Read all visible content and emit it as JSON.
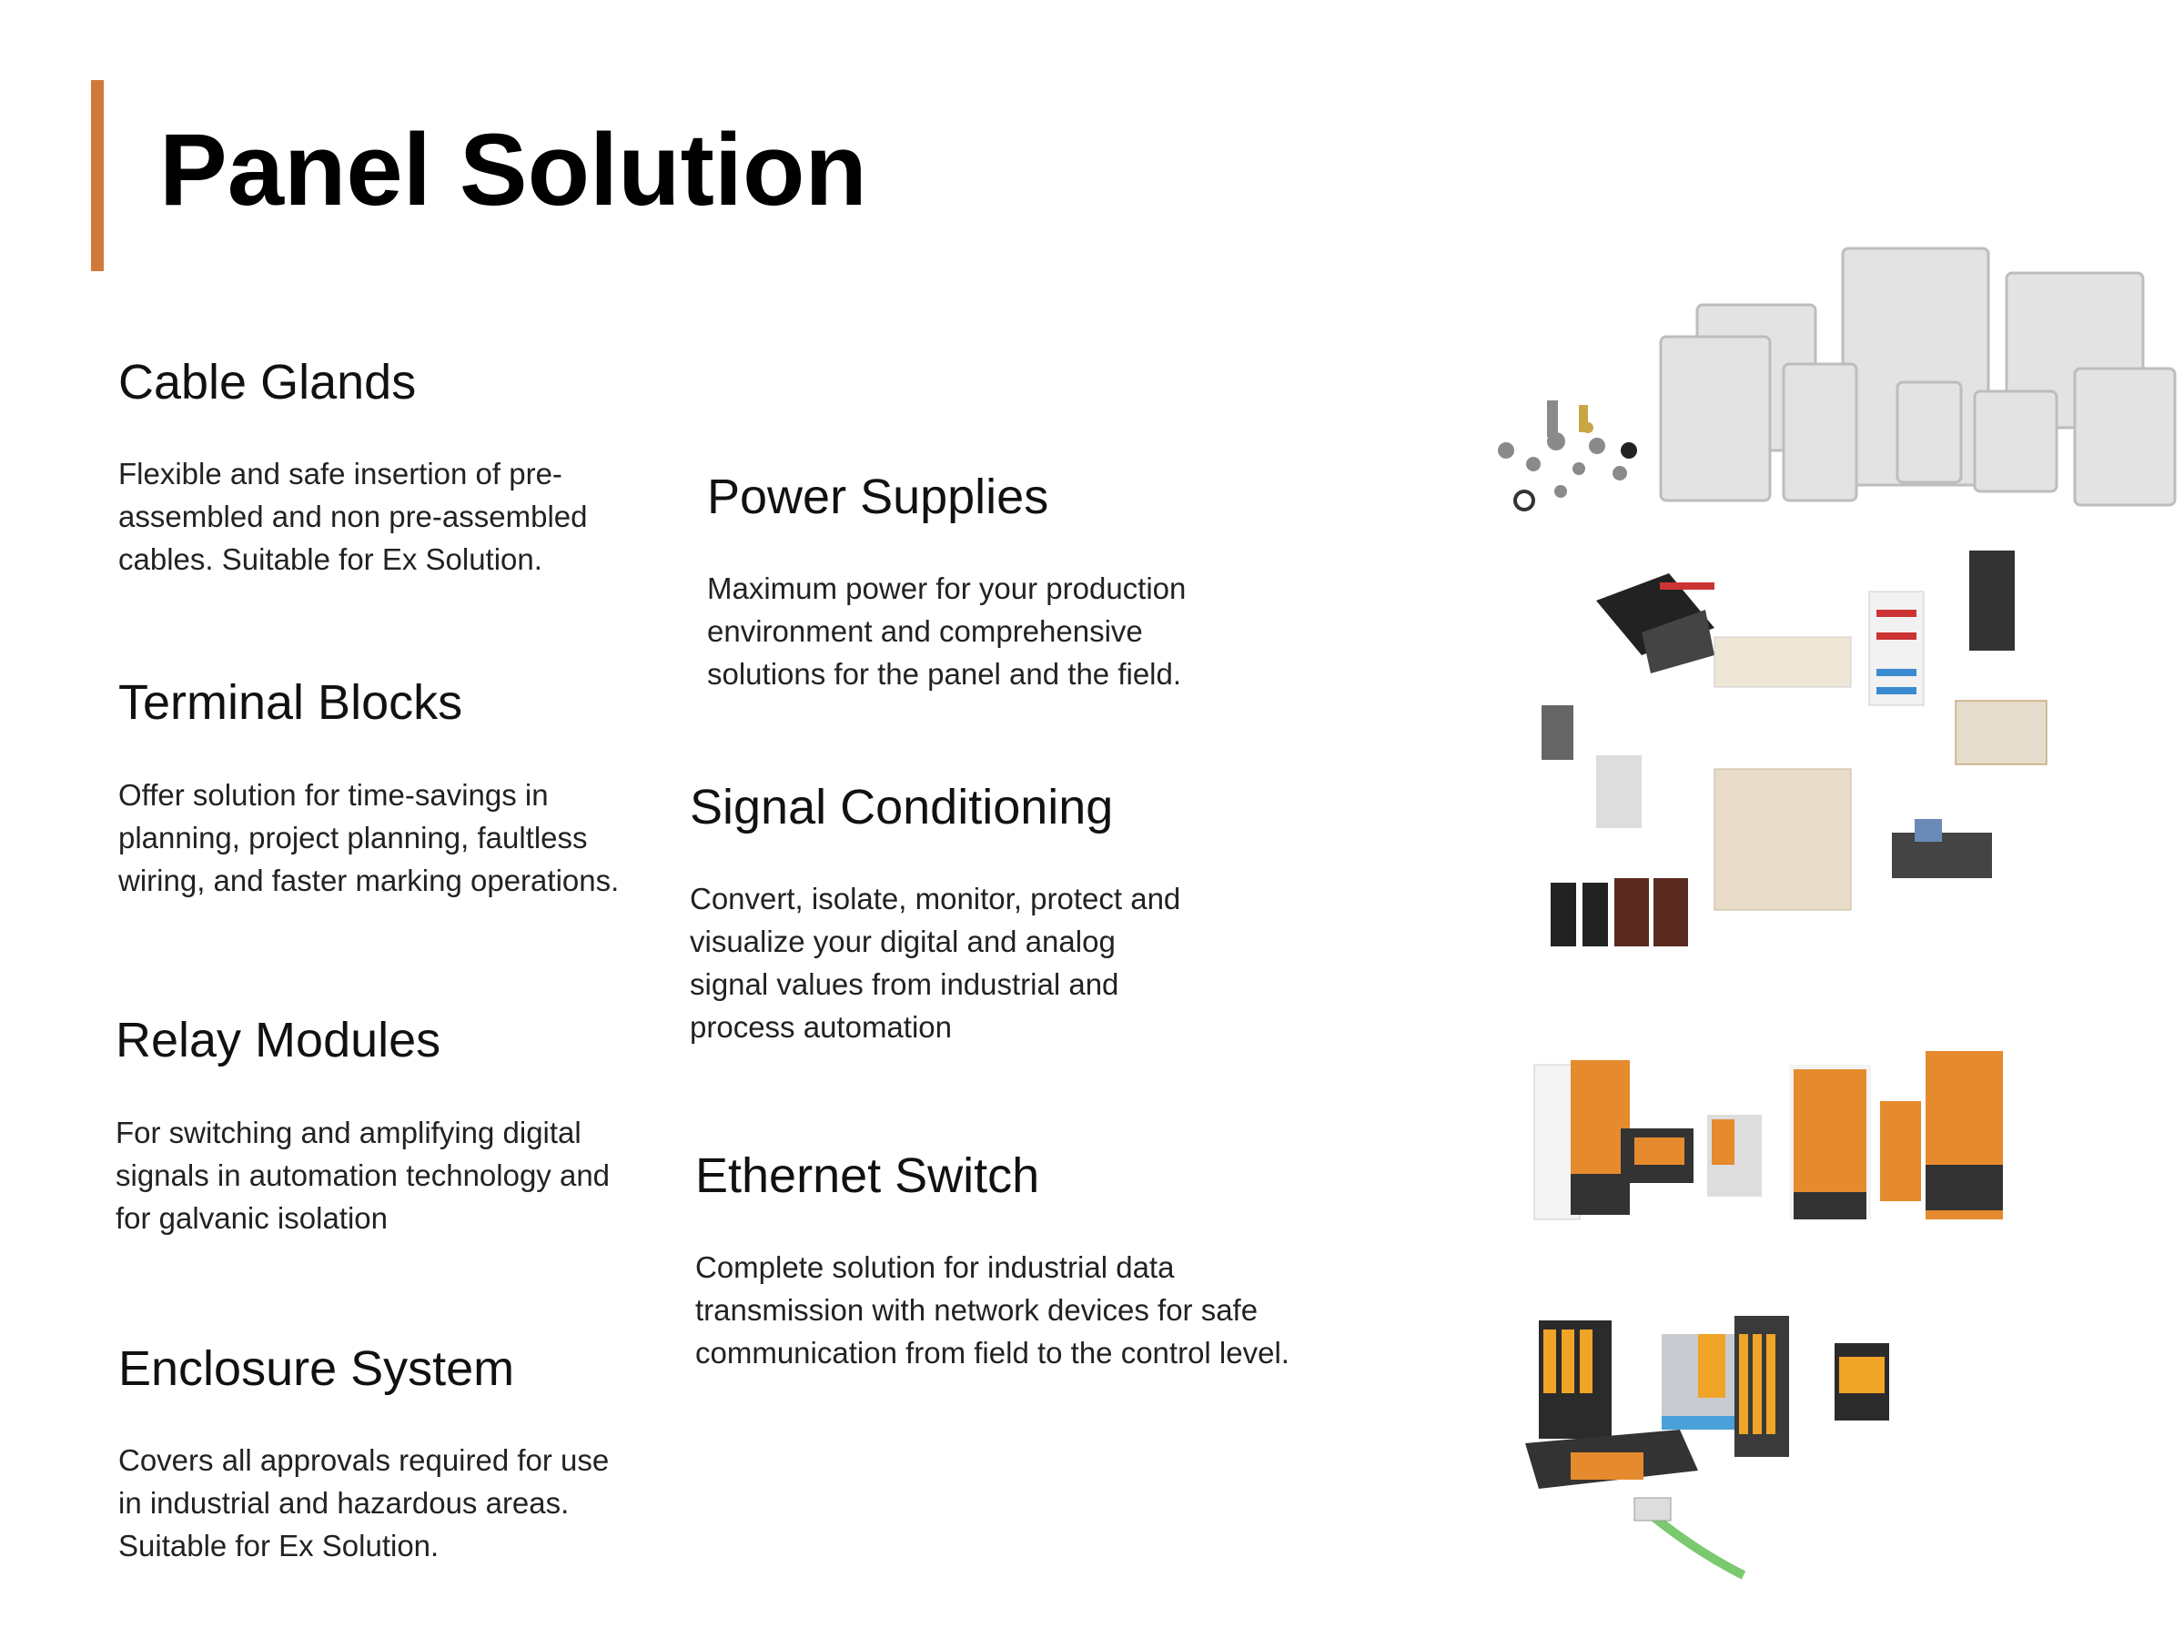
{
  "page": {
    "title": "Panel Solution",
    "accent_color": "#d07a3a"
  },
  "sections": [
    {
      "heading": "Cable Glands",
      "body": "Flexible and safe insertion of pre-\nassembled and non pre-assembled\ncables. Suitable for Ex Solution."
    },
    {
      "heading": "Terminal Blocks",
      "body": "Offer solution for time-savings in\nplanning, project planning, faultless\nwiring, and faster marking operations."
    },
    {
      "heading": "Relay Modules",
      "body": "For switching and amplifying digital\nsignals in automation technology and\nfor galvanic isolation"
    },
    {
      "heading": "Enclosure System",
      "body": "Covers all approvals required for use\nin industrial and hazardous areas.\nSuitable for Ex Solution."
    },
    {
      "heading": "Power Supplies",
      "body": "Maximum power for your production\nenvironment and comprehensive\nsolutions for the panel and the field."
    },
    {
      "heading": "Signal Conditioning",
      "body": "Convert, isolate, monitor, protect and\nvisualize your digital and analog\nsignal values from industrial and\nprocess automation"
    },
    {
      "heading": "Ethernet Switch",
      "body": "Complete solution for industrial data\ntransmission with network devices for safe\ncommunication from field to the control level."
    }
  ]
}
